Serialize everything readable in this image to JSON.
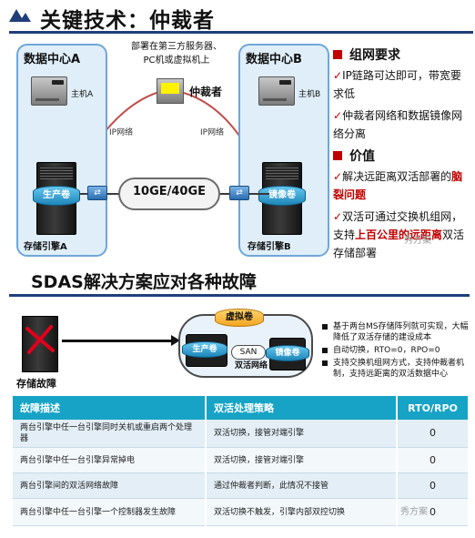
{
  "slide1": {
    "title": "关键技术：仲裁者",
    "dc_a": {
      "title": "数据中心A",
      "host_label": "主机A",
      "volume": "生产卷",
      "storage_label": "存储引擎A"
    },
    "dc_b": {
      "title": "数据中心B",
      "host_label": "主机B",
      "volume": "镜像卷",
      "storage_label": "存储引擎B"
    },
    "arbiter": {
      "note_line1": "部署在第三方服务器、",
      "note_line2": "PC机或虚拟机上",
      "label": "仲裁者"
    },
    "ip_left": "IP网络",
    "ip_right": "IP网络",
    "network": "10GE/40GE",
    "requirements": {
      "heading1": "组网要求",
      "item1": "IP链路可达即可，带宽要求低",
      "item2": "仲裁者网络和数据镜像网络分离",
      "heading2": "价值",
      "item3_prefix": "解决远距离双活部署的",
      "item3_highlight": "脑裂问题",
      "item4_prefix": "双活可通过交换机组网，支持",
      "item4_highlight": "上百公里的远距离",
      "item4_suffix": "双活存储部署"
    },
    "watermark": "秀方案"
  },
  "slide2": {
    "title": "SDAS解决方案应对各种故障",
    "fail_label": "存储故障",
    "cluster": {
      "virtual_volume": "虚拟卷",
      "production_volume": "生产卷",
      "mirror_volume": "镜像卷",
      "san": "SAN",
      "san_label": "双活网络"
    },
    "bullets": [
      "基于两台MS存储阵列就可实现，大幅降低了双活存储的建设成本",
      "自动切换，RTO=0，RPO=0",
      "支持交换机组网方式，支持仲裁者机制，支持远距离的双活数据中心"
    ],
    "table": {
      "headers": [
        "故障描述",
        "双活处理策略",
        "RTO/RPO"
      ],
      "rows": [
        [
          "两台引擎中任一台引擎同时关机或重启两个处理器",
          "双活切换，接管对端引擎",
          "0"
        ],
        [
          "两台引擎中任一台引擎异常掉电",
          "双活切换，接管对端引擎",
          "0"
        ],
        [
          "两台引擎间的双活网络故障",
          "通过仲裁者判断，此情况不接管",
          "0"
        ],
        [
          "两台引擎中任一台引擎一个控制器发生故障",
          "双活切换不触发，引擎内部双控切换",
          "0"
        ]
      ]
    },
    "watermark": "秀方案"
  },
  "colors": {
    "accent_red": "#c00000",
    "dc_border": "#6fa6d8",
    "dc_fill": "#dfeef9",
    "table_header": "#17a3c6",
    "divider": "#1f3f7a"
  }
}
